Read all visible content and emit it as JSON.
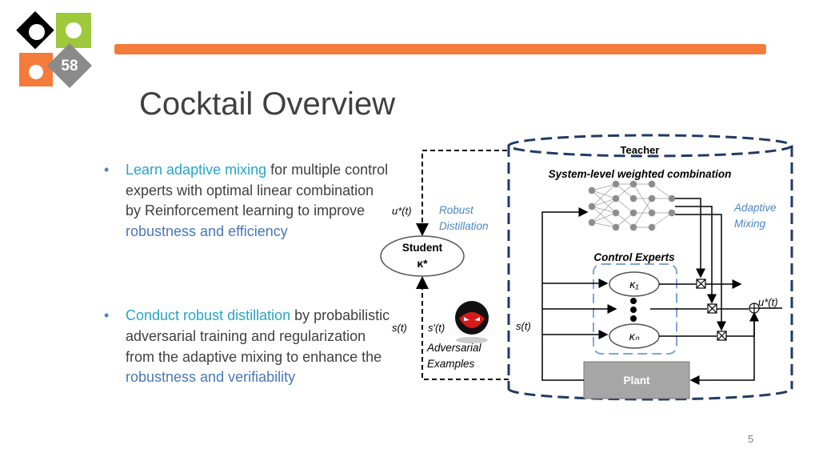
{
  "logo": {
    "text": "58"
  },
  "title": "Cocktail Overview",
  "bullets": [
    {
      "parts": [
        {
          "text": "Learn adaptive mixing",
          "hl": "hl1"
        },
        {
          "text": " for multiple control experts with optimal linear combination by Reinforcement learning to improve ",
          "hl": ""
        },
        {
          "text": "robustness and efficiency",
          "hl": "hl2"
        }
      ]
    },
    {
      "parts": [
        {
          "text": "Conduct robust distillation",
          "hl": "hl1"
        },
        {
          "text": " by probabilistic adversarial training and regularization from the adaptive mixing to enhance the ",
          "hl": ""
        },
        {
          "text": "robustness and verifiability",
          "hl": "hl2"
        }
      ]
    }
  ],
  "diagram": {
    "teacher": "Teacher",
    "system_level": "System-level weighted combination",
    "adaptive_mixing_1": "Adaptive",
    "adaptive_mixing_2": "Mixing",
    "control_experts": "Control Experts",
    "kappa_1": "κ₁",
    "kappa_n": "κₙ",
    "plant": "Plant",
    "student": "Student",
    "student_kappa": "κ*",
    "u_star_left": "u*(t)",
    "u_star_right": "u*(t)",
    "robust_1": "Robust",
    "robust_2": "Distillation",
    "s_t_left": "s(t)",
    "s_prime": "s′(t)",
    "s_t_mid": "s(t)",
    "adversarial_1": "Adversarial",
    "adversarial_2": "Examples",
    "colors": {
      "teacher_border": "#1f3b63",
      "expert_box": "#7ba7d6",
      "plant_fill": "#a6a6a6",
      "adversary": "#d41a1a"
    }
  },
  "page_number": "5"
}
